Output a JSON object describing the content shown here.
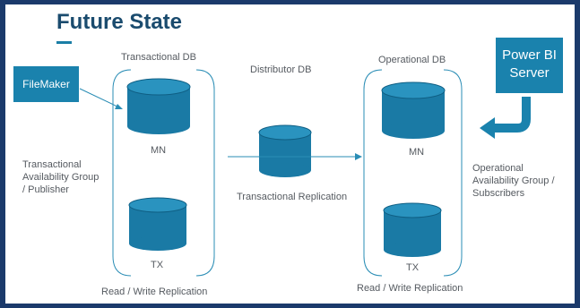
{
  "title": "Future State",
  "colors": {
    "title": "#1a4b6e",
    "accent": "#1a82ad",
    "database": "#1a7aa5",
    "frame": "#1b3a6b"
  },
  "boxes": {
    "filemaker": "FileMaker",
    "powerbi_line1": "Power BI",
    "powerbi_line2": "Server"
  },
  "labels": {
    "transactional_db": "Transactional DB",
    "distributor_db": "Distributor DB",
    "operational_db": "Operational DB",
    "mn_left": "MN",
    "tx_left": "TX",
    "mn_right": "MN",
    "tx_right": "TX",
    "transactional_replication": "Transactional Replication",
    "read_write_left": "Read / Write Replication",
    "read_write_right": "Read / Write Replication",
    "left_group": [
      "Transactional",
      "Availability Group",
      "/ Publisher"
    ],
    "right_group": [
      "Operational",
      "Availability Group /",
      "Subscribers"
    ]
  },
  "icons": [
    "database-icon",
    "arrow-icon",
    "curved-arrow-icon"
  ]
}
